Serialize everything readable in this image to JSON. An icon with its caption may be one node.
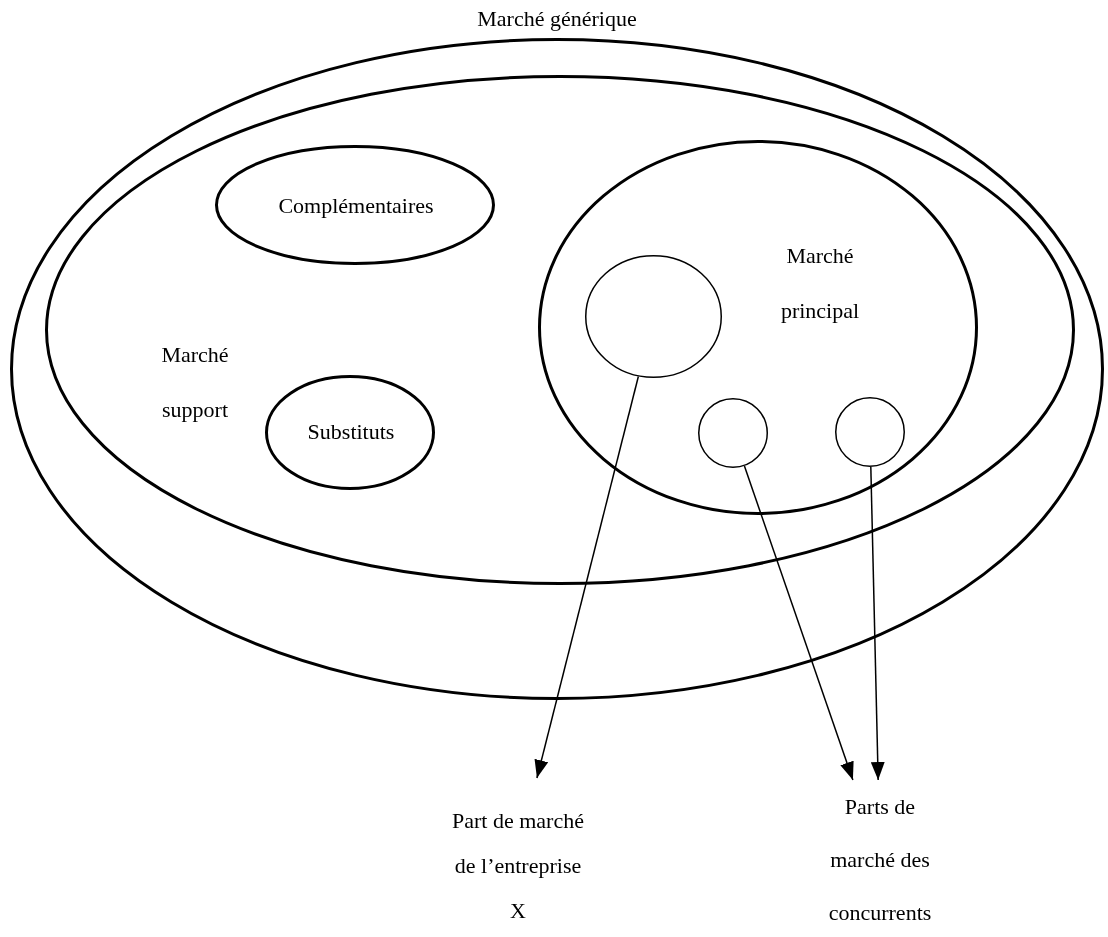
{
  "diagram": {
    "nodes": [
      {
        "text": [
          "Marché générique"
        ]
      },
      {
        "text": [
          "Marché support"
        ],
        "in": 0
      },
      {
        "text": [
          "Complémentaires"
        ],
        "in": 1
      },
      {
        "text": [
          "Substituts"
        ],
        "in": 1
      },
      {
        "text": [
          "Marché principal"
        ],
        "in": 1
      },
      {
        "text": [],
        "shape": "circle",
        "in": 4
      },
      {
        "text": [],
        "shape": "circle",
        "in": 4
      },
      {
        "text": [],
        "shape": "circle",
        "in": 4
      },
      {
        "text": [
          "Part de marché de l’entreprise X"
        ]
      },
      {
        "text": [
          "Parts de marché des concurrents"
        ]
      }
    ],
    "edges": [
      {
        "from": 5,
        "to": 8,
        "arrow": "to"
      },
      {
        "from": 6,
        "to": 9,
        "arrow": "to"
      },
      {
        "from": 7,
        "to": 9,
        "arrow": "to"
      }
    ]
  }
}
